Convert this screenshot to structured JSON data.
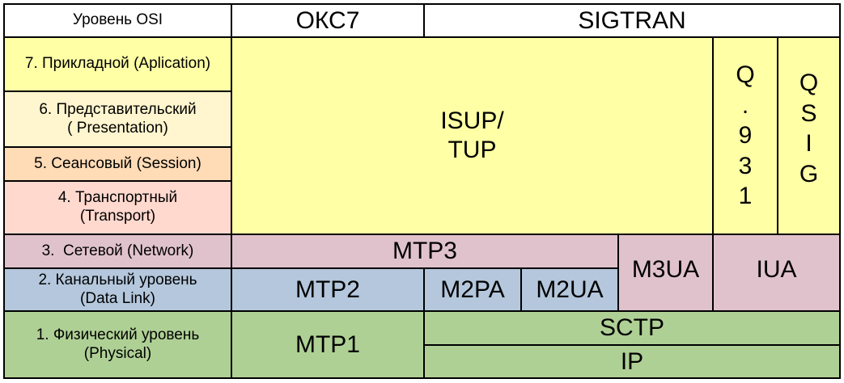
{
  "header": {
    "osi": "Уровень OSI",
    "oks7": "ОКС7",
    "sigtran": "SIGTRAN"
  },
  "osi_layers": [
    {
      "line1": "7. Прикладной (Aplication)",
      "line2": ""
    },
    {
      "line1": "6. Представительский",
      "line2": "( Presentation)"
    },
    {
      "line1": "5. Сеансовый (Session)",
      "line2": ""
    },
    {
      "line1": "4. Транспортный",
      "line2": "(Transport)"
    },
    {
      "line1": "3.  Сетевой (Network)",
      "line2": ""
    },
    {
      "line1": "2. Канальный уровень",
      "line2": "(Data Link)"
    },
    {
      "line1": "1. Физический уровень",
      "line2": "(Physical)"
    }
  ],
  "protocols": {
    "isup_1": "ISUP/",
    "isup_2": "TUP",
    "q931": [
      "Q",
      ".",
      "9",
      "3",
      "1"
    ],
    "qsig": [
      "Q",
      "S",
      "I",
      "G"
    ],
    "mtp3": "MTP3",
    "m3ua": "M3UA",
    "iua": "IUA",
    "mtp2": "MTP2",
    "m2pa": "M2PA",
    "m2ua": "M2UA",
    "mtp1": "MTP1",
    "sctp": "SCTP",
    "ip": "IP"
  },
  "colors": {
    "application": "#ffffa6",
    "presentation": "#fff5ce",
    "session": "#ffdbb6",
    "transport": "#ffd8ce",
    "network": "#e0c2cd",
    "datalink": "#b4c7dc",
    "physical": "#afd095"
  }
}
